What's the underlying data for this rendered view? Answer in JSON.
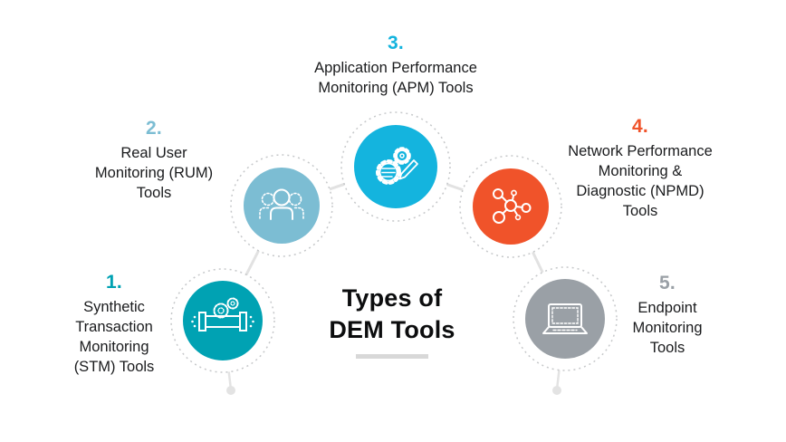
{
  "title": "Types of\nDEM Tools",
  "items": [
    {
      "number": "1.",
      "label": "Synthetic\nTransaction\nMonitoring\n(STM) Tools",
      "color": "#00a2b3",
      "icon": "pipe-transaction-icon"
    },
    {
      "number": "2.",
      "label": "Real User\nMonitoring (RUM)\nTools",
      "color": "#7cbdd3",
      "icon": "users-icon"
    },
    {
      "number": "3.",
      "label": "Application Performance\nMonitoring (APM) Tools",
      "color": "#14b4de",
      "icon": "gear-pencil-icon"
    },
    {
      "number": "4.",
      "label": "Network Performance\nMonitoring &\nDiagnostic (NPMD)\nTools",
      "color": "#f0532a",
      "icon": "network-nodes-icon"
    },
    {
      "number": "5.",
      "label": "Endpoint\nMonitoring\nTools",
      "color": "#9aa0a6",
      "icon": "laptop-icon"
    }
  ],
  "style": {
    "background": "#ffffff",
    "ring_color": "#c6c8ca",
    "connector_color": "#e2e2e2",
    "tail_dot_color": "#e3e3e3",
    "text_color": "#1a1b1d",
    "title_color": "#0c0d0e",
    "underline_color": "#d8d8d8",
    "icon_color": "#ffffff"
  }
}
